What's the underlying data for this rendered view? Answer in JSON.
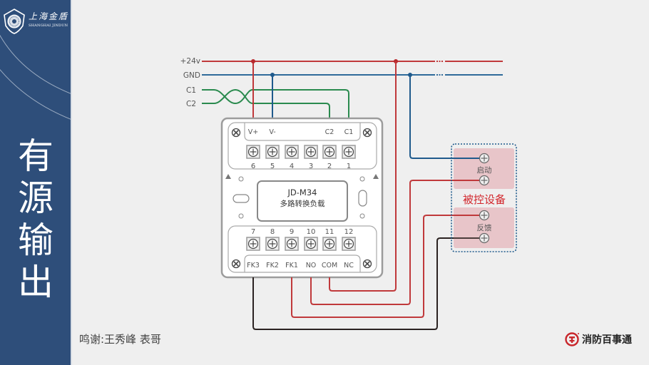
{
  "sidebar": {
    "logo_cn": "上海金盾",
    "logo_en": "SHANGHAI JINDUN",
    "title_chars": [
      "有",
      "源",
      "输",
      "出"
    ]
  },
  "diagram": {
    "bus_labels": {
      "v24": "+24v",
      "gnd": "GND",
      "c1": "C1",
      "c2": "C2"
    },
    "module": {
      "model": "JD-M34",
      "name": "多路转换负载",
      "top_labels": [
        "V+",
        "V-",
        "C2",
        "C1"
      ],
      "top_numbers": [
        "6",
        "5",
        "4",
        "3",
        "2",
        "1"
      ],
      "bottom_numbers": [
        "7",
        "8",
        "9",
        "10",
        "11",
        "12"
      ],
      "bottom_labels": [
        "FK3",
        "FK2",
        "FK1",
        "NO",
        "COM",
        "NC"
      ]
    },
    "device": {
      "title": "被控设备",
      "start_label": "启动",
      "feedback_label": "反馈"
    },
    "colors": {
      "power": "#c0393b",
      "ground": "#1f5a8c",
      "signal": "#2a8a4e",
      "feedback": "#2b2221",
      "device_fill": "#e8c5c9",
      "device_border": "#1f5a8c",
      "device_title": "#d2252b"
    }
  },
  "footer": {
    "credit": "鸣谢:王秀峰   表哥",
    "brand": "消防百事通"
  }
}
